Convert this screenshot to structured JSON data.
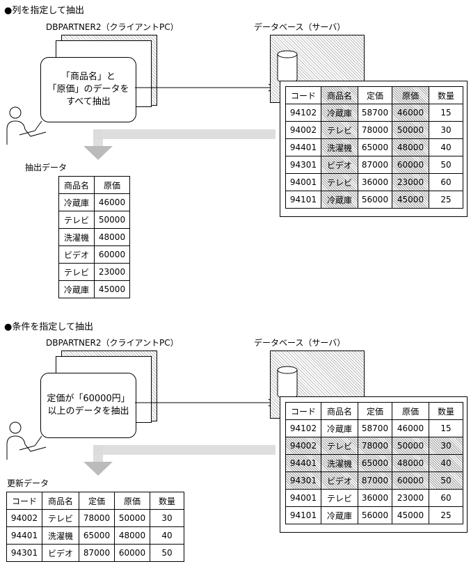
{
  "section1": {
    "title": "●列を指定して抽出",
    "client_label": "DBPARTNER2（クライアントPC）",
    "server_label": "データベース（サーバ）",
    "bubble_lines": [
      "「商品名」と",
      "「原価」のデータを",
      "すべて抽出"
    ],
    "result_label": "抽出データ",
    "db_headers": [
      "コード",
      "商品名",
      "定価",
      "原価",
      "数量"
    ],
    "db_rows": [
      [
        "94102",
        "冷蔵庫",
        "58700",
        "46000",
        "15"
      ],
      [
        "94002",
        "テレビ",
        "78000",
        "50000",
        "30"
      ],
      [
        "94401",
        "洗濯機",
        "65000",
        "48000",
        "40"
      ],
      [
        "94301",
        "ビデオ",
        "87000",
        "60000",
        "50"
      ],
      [
        "94001",
        "テレビ",
        "36000",
        "23000",
        "60"
      ],
      [
        "94101",
        "冷蔵庫",
        "56000",
        "45000",
        "25"
      ]
    ],
    "result_headers": [
      "商品名",
      "原価"
    ],
    "result_rows": [
      [
        "冷蔵庫",
        "46000"
      ],
      [
        "テレビ",
        "50000"
      ],
      [
        "洗濯機",
        "48000"
      ],
      [
        "ビデオ",
        "60000"
      ],
      [
        "テレビ",
        "23000"
      ],
      [
        "冷蔵庫",
        "45000"
      ]
    ]
  },
  "section2": {
    "title": "●条件を指定して抽出",
    "client_label": "DBPARTNER2（クライアントPC）",
    "server_label": "データベース（サーバ）",
    "bubble_lines": [
      "定価が「60000円」",
      "以上のデータを抽出"
    ],
    "result_label": "更新データ",
    "db_headers": [
      "コード",
      "商品名",
      "定価",
      "原価",
      "数量"
    ],
    "db_rows": [
      [
        "94102",
        "冷蔵庫",
        "58700",
        "46000",
        "15"
      ],
      [
        "94002",
        "テレビ",
        "78000",
        "50000",
        "30"
      ],
      [
        "94401",
        "洗濯機",
        "65000",
        "48000",
        "40"
      ],
      [
        "94301",
        "ビデオ",
        "87000",
        "60000",
        "50"
      ],
      [
        "94001",
        "テレビ",
        "36000",
        "23000",
        "60"
      ],
      [
        "94101",
        "冷蔵庫",
        "56000",
        "45000",
        "25"
      ]
    ],
    "result_headers": [
      "コード",
      "商品名",
      "定価",
      "原価",
      "数量"
    ],
    "result_rows": [
      [
        "94002",
        "テレビ",
        "78000",
        "50000",
        "30"
      ],
      [
        "94401",
        "洗濯機",
        "65000",
        "48000",
        "40"
      ],
      [
        "94301",
        "ビデオ",
        "87000",
        "60000",
        "50"
      ]
    ]
  }
}
